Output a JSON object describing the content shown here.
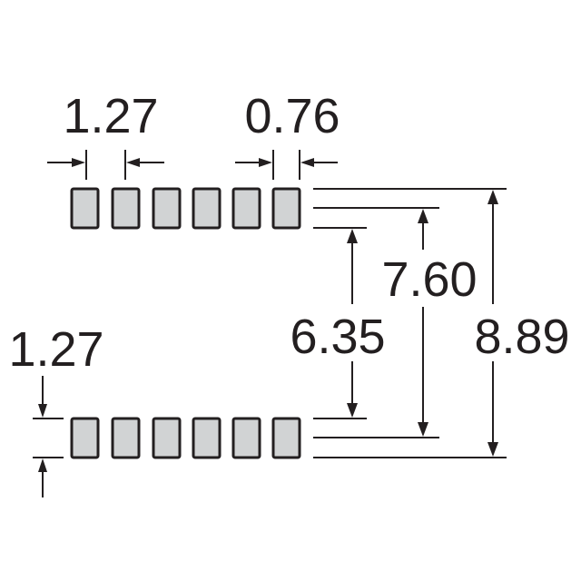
{
  "drawing": {
    "pad_pitch": "1.27",
    "pad_width": "0.76",
    "pad_height": "1.27",
    "inner_row_spacing": "6.35",
    "center_row_spacing": "7.60",
    "outer_row_spacing": "8.89",
    "pad_fill_color": "#d1d3d4",
    "line_color": "#231f20"
  }
}
